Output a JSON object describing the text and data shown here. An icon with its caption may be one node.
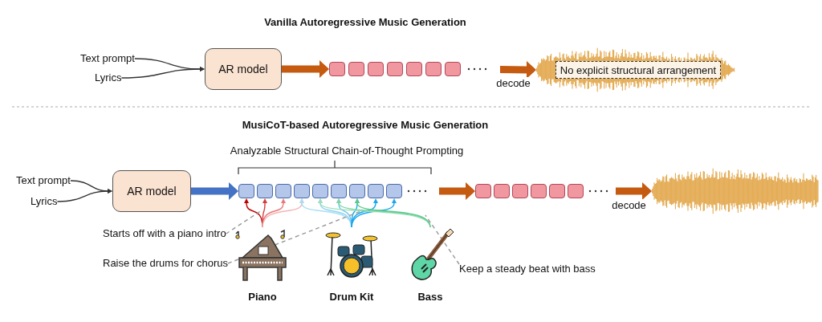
{
  "diagram": {
    "nodes": [
      {
        "text": [
          "Text prompt"
        ]
      },
      {
        "text": [
          "Lyrics"
        ]
      },
      {
        "text": [
          "AR model"
        ]
      },
      {
        "text": [],
        "shape": "box"
      },
      {
        "text": [],
        "shape": "box"
      },
      {
        "text": [],
        "shape": "box"
      },
      {
        "text": [],
        "shape": "box"
      },
      {
        "text": [],
        "shape": "box"
      },
      {
        "text": [],
        "shape": "box"
      },
      {
        "text": [],
        "shape": "box"
      },
      {
        "text": [],
        "shape": "picture"
      },
      {
        "text": [
          "No explicit structural arrangement"
        ],
        "in": 10
      },
      {
        "text": [
          "Text prompt"
        ]
      },
      {
        "text": [
          "Lyrics"
        ]
      },
      {
        "text": [
          "AR model"
        ]
      },
      {
        "text": [],
        "shape": "box"
      },
      {
        "text": [],
        "shape": "box"
      },
      {
        "text": [],
        "shape": "box"
      },
      {
        "text": [],
        "shape": "box"
      },
      {
        "text": [],
        "shape": "box"
      },
      {
        "text": [],
        "shape": "box"
      },
      {
        "text": [],
        "shape": "box"
      },
      {
        "text": [],
        "shape": "box"
      },
      {
        "text": [],
        "shape": "box"
      },
      {
        "text": [],
        "shape": "box"
      },
      {
        "text": [],
        "shape": "box"
      },
      {
        "text": [],
        "shape": "box"
      },
      {
        "text": [],
        "shape": "box"
      },
      {
        "text": [],
        "shape": "box"
      },
      {
        "text": [],
        "shape": "box"
      },
      {
        "text": [],
        "shape": "picture"
      },
      {
        "text": [
          "Starts off with a piano intro"
        ]
      },
      {
        "text": [
          "Raise the drums for chorus"
        ]
      },
      {
        "text": [
          "Piano"
        ]
      },
      {
        "text": [
          "Drum Kit"
        ]
      },
      {
        "text": [
          "Bass"
        ]
      },
      {
        "text": [
          "Keep a steady beat with bass"
        ]
      }
    ],
    "edges": [
      {
        "from": 0,
        "to": 2,
        "arrow": "to"
      },
      {
        "from": 1,
        "to": 2,
        "arrow": "to"
      },
      {
        "from": 2,
        "to": 3,
        "arrow": "to",
        "style": "thick",
        "color": "#c55a11"
      },
      {
        "from": 9,
        "to": 10,
        "arrow": "to",
        "label": "decode",
        "style": "thick",
        "color": "#c55a11"
      },
      {
        "from": 12,
        "to": 14,
        "arrow": "to"
      },
      {
        "from": 13,
        "to": 14,
        "arrow": "to"
      },
      {
        "from": 14,
        "to": 15,
        "arrow": "to",
        "style": "thick",
        "color": "#4472c4"
      },
      {
        "from": 23,
        "to": 24,
        "arrow": "to",
        "style": "thick",
        "color": "#c55a11"
      },
      {
        "from": 29,
        "to": 30,
        "arrow": "to",
        "label": "decode",
        "style": "thick",
        "color": "#c55a11"
      },
      {
        "from": 33,
        "to": 15,
        "arrow": "to",
        "color": "#c00000"
      },
      {
        "from": 33,
        "to": 16,
        "arrow": "to",
        "color": "#d63a3a"
      },
      {
        "from": 33,
        "to": 17,
        "arrow": "to",
        "color": "#e87a7a"
      },
      {
        "from": 33,
        "to": 18,
        "arrow": "to",
        "color": "#f2b5b5"
      },
      {
        "from": 34,
        "to": 18,
        "arrow": "to",
        "color": "#a8ddf5"
      },
      {
        "from": 34,
        "to": 19,
        "arrow": "to",
        "color": "#8fd3f2"
      },
      {
        "from": 34,
        "to": 20,
        "arrow": "to",
        "color": "#6cc5ee"
      },
      {
        "from": 34,
        "to": 21,
        "arrow": "to",
        "color": "#1aa7ec"
      },
      {
        "from": 34,
        "to": 22,
        "arrow": "to",
        "color": "#1aa7ec"
      },
      {
        "from": 34,
        "to": 23,
        "arrow": "to",
        "color": "#1aa7ec"
      },
      {
        "from": 35,
        "to": 19,
        "arrow": "to",
        "color": "#9fe0bb"
      },
      {
        "from": 35,
        "to": 20,
        "arrow": "to",
        "color": "#7fd6a4"
      },
      {
        "from": 35,
        "to": 21,
        "arrow": "to",
        "color": "#5cc98a"
      },
      {
        "from": 31,
        "to": null,
        "arrow": "none",
        "style": "dashed",
        "color": "#999999"
      },
      {
        "from": 32,
        "to": null,
        "arrow": "none",
        "style": "dashed",
        "color": "#999999"
      },
      {
        "from": 36,
        "to": null,
        "arrow": "none",
        "style": "dashed",
        "color": "#999999"
      }
    ],
    "labels": [
      "Vanilla Autoregressive Music Generation",
      "MusiCoT-based Autoregressive Music Generation",
      "Analyzable Structural Chain-of-Thought Prompting"
    ]
  }
}
